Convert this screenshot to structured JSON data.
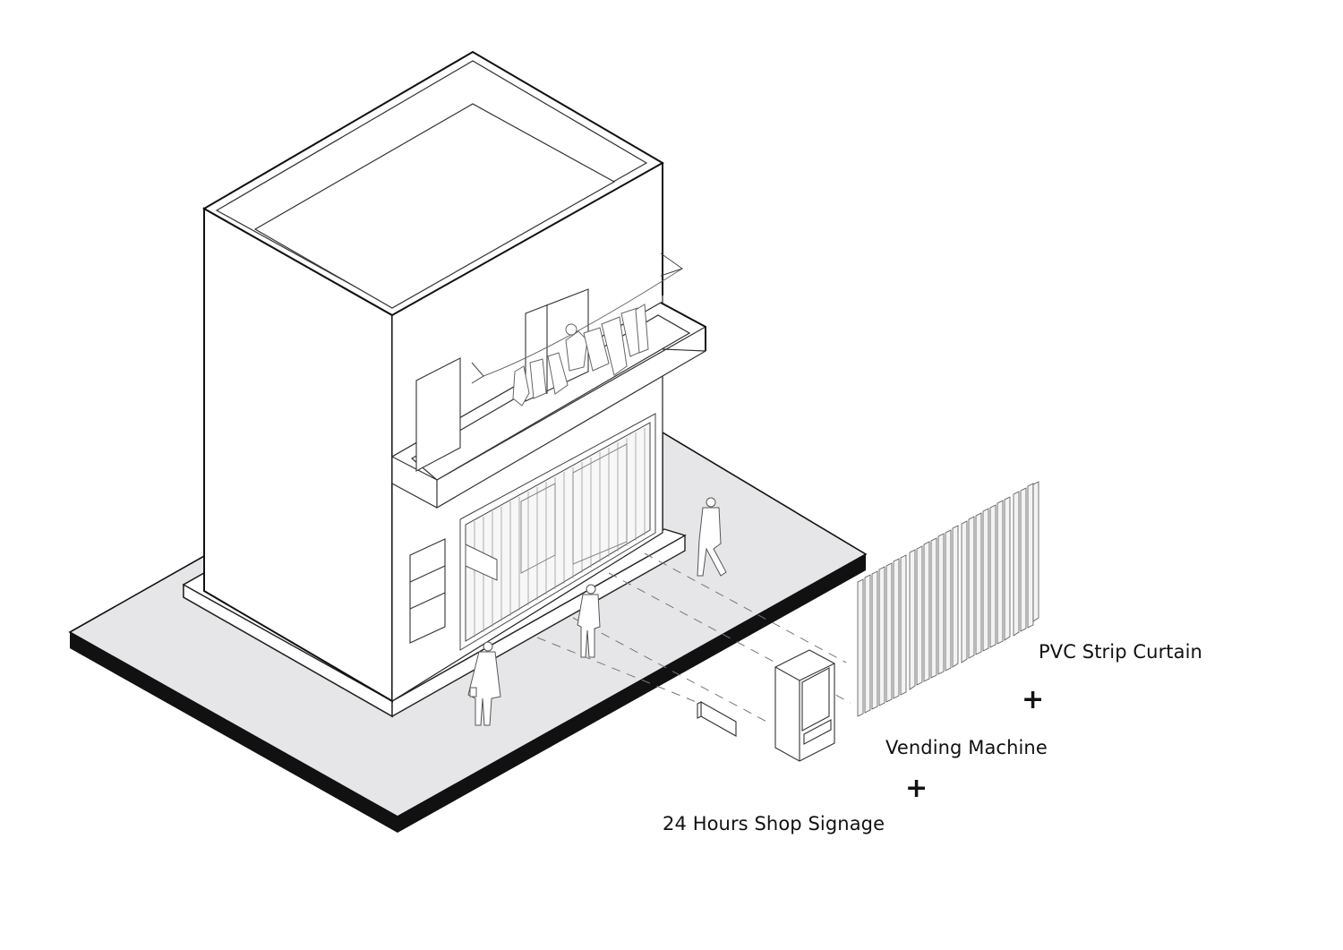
{
  "diagram": {
    "type": "axonometric-exploded-diagram",
    "subject": "two-storey corner shop building on sidewalk slab",
    "colors": {
      "background": "#ffffff",
      "slab_fill": "#e6e6e8",
      "slab_edge": "#111111",
      "line": "#222222",
      "fine_line": "#777777"
    },
    "components": [
      {
        "id": "pvc",
        "label": "PVC Strip Curtain"
      },
      {
        "id": "vending",
        "label": "Vending Machine"
      },
      {
        "id": "signage",
        "label": "24 Hours Shop Signage"
      }
    ],
    "operators": [
      "+",
      "+"
    ],
    "people_count": 4
  }
}
